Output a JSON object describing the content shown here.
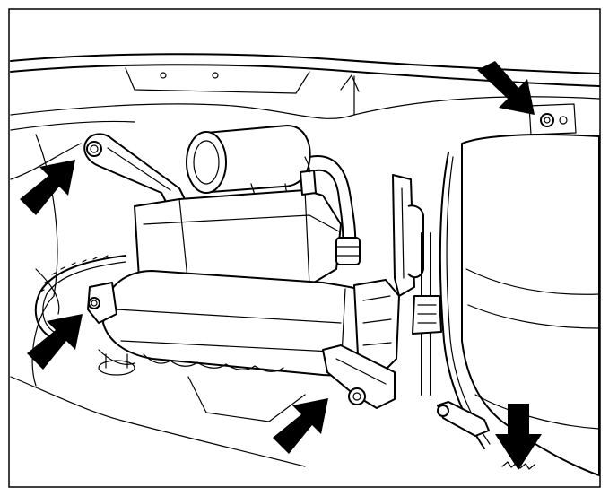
{
  "figure": {
    "description_visible_text": [],
    "colors": {
      "line": "#000000",
      "background": "#ffffff",
      "arrow": "#000000"
    },
    "callouts": [
      {
        "name": "arrow-top-right",
        "direction": "down-left"
      },
      {
        "name": "arrow-upper-left",
        "direction": "up-right"
      },
      {
        "name": "arrow-lower-left",
        "direction": "up-right"
      },
      {
        "name": "arrow-bottom-center",
        "direction": "up-right"
      },
      {
        "name": "arrow-bottom-right",
        "direction": "down"
      }
    ],
    "icons": [
      "bolt-icon",
      "arrow-icon"
    ]
  }
}
